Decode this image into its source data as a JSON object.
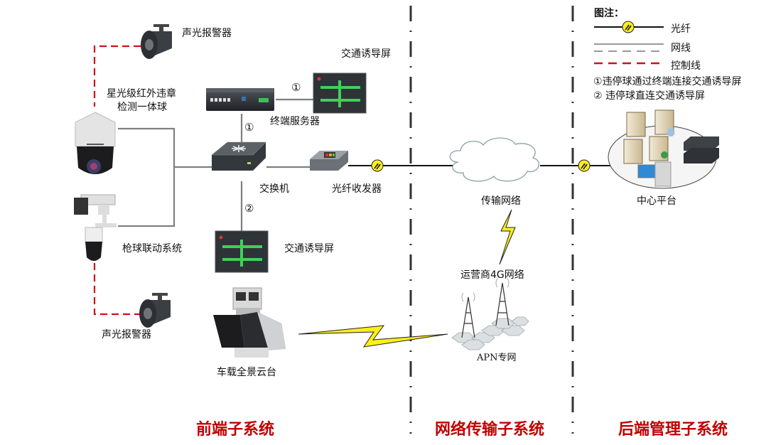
{
  "legend": {
    "title": "图注：",
    "items": [
      {
        "icon": "fiber-line-icon",
        "label": "光纤"
      },
      {
        "icon": "network-cable-line-icon",
        "label": "网线"
      },
      {
        "icon": "control-line-icon",
        "label": "控制线"
      }
    ],
    "notes": [
      {
        "marker": "①",
        "text": "违停球通过终端连接交通诱导屏"
      },
      {
        "marker": "②",
        "text": "违停球直连交通诱导屏"
      }
    ]
  },
  "colors": {
    "subsystem_title": "#c00000",
    "control_line": "#d0101c",
    "network_line": "#7f7f7f",
    "fiber_line": "#000000",
    "fiber_connector": "#ffef1a",
    "screen_green": "#3fd05a"
  },
  "nodes": {
    "alarm_top": "声光报警器",
    "starlight_dome": "星光级红外违章\n检测一体球",
    "dome_line1": "星光级红外违章",
    "dome_line2": "检测一体球",
    "terminal_server": "终端服务器",
    "guide_screen_top": "交通诱导屏",
    "marker_1a": "①",
    "marker_1b": "①",
    "marker_2": "②",
    "switch": "交换机",
    "fiber_transceiver": "光纤收发器",
    "guide_screen_bottom": "交通诱导屏",
    "gun_ball_system": "枪球联动系统",
    "alarm_bottom": "声光报警器",
    "vehicle_ptz": "车载全景云台",
    "transmission_network": "传输网络",
    "carrier_4g": "运营商4G网络",
    "apn": "APN专网",
    "center_platform": "中心平台"
  },
  "subsystems": {
    "front": "前端子系统",
    "network": "网络传输子系统",
    "backend": "后端管理子系统"
  }
}
